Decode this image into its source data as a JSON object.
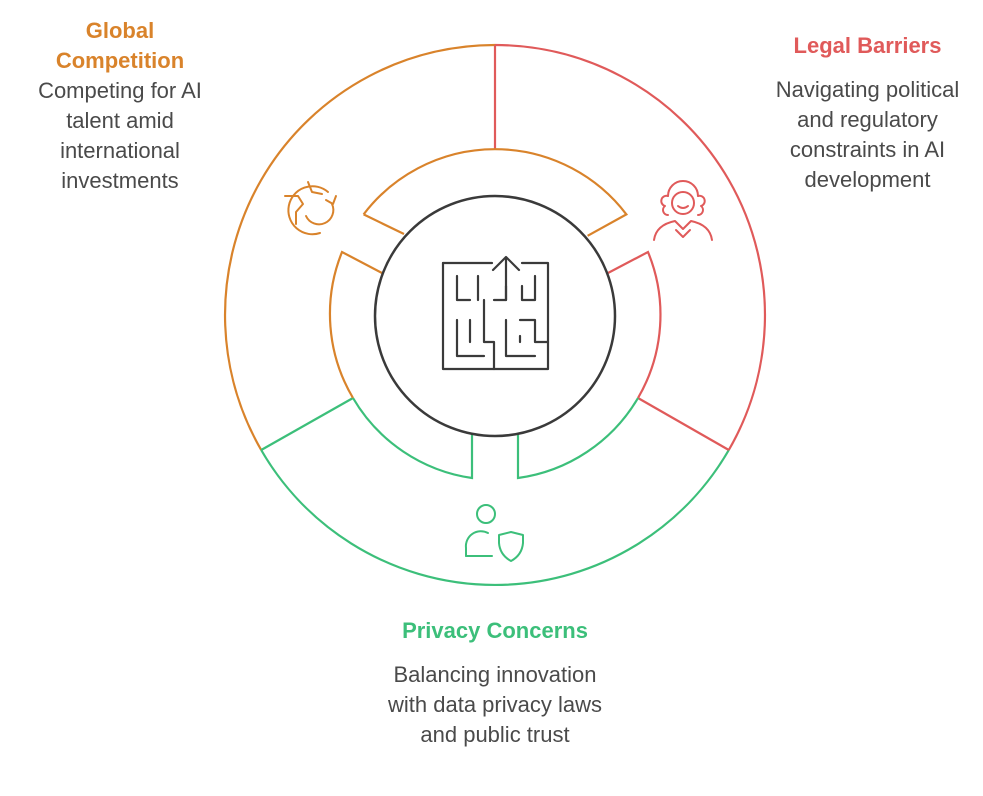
{
  "segments": [
    {
      "id": "global",
      "title": "Global Competition",
      "description": "Competing for AI talent amid international investments",
      "color": "#D9832B",
      "icon": "globe-refresh-icon"
    },
    {
      "id": "legal",
      "title": "Legal Barriers",
      "description": "Navigating political and regulatory constraints in AI development",
      "color": "#E05A5A",
      "icon": "judge-icon"
    },
    {
      "id": "privacy",
      "title": "Privacy Concerns",
      "description": "Balancing innovation with data privacy laws and public trust",
      "color": "#3CBF7A",
      "icon": "user-shield-icon"
    }
  ],
  "center": {
    "icon": "maze-icon",
    "color": "#3a3a3a"
  }
}
